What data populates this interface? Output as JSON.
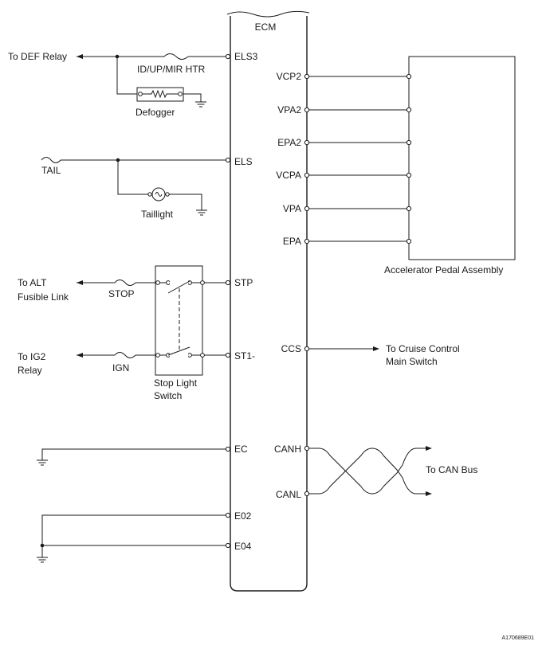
{
  "ecm": {
    "title": "ECM",
    "left_pins": [
      "ELS3",
      "ELS",
      "STP",
      "ST1-",
      "EC",
      "E02",
      "E04"
    ],
    "right_pins": [
      "VCP2",
      "VPA2",
      "EPA2",
      "VCPA",
      "VPA",
      "EPA",
      "CCS",
      "CANH",
      "CANL"
    ]
  },
  "labels": {
    "def_relay": "To DEF Relay",
    "fuse_htr": "ID/UP/MIR HTR",
    "defogger": "Defogger",
    "tail": "TAIL",
    "taillight": "Taillight",
    "alt_line1": "To ALT",
    "alt_line2": "Fusible Link",
    "stop": "STOP",
    "ig2_line1": "To IG2",
    "ig2_line2": "Relay",
    "ign": "IGN",
    "stop_switch_line1": "Stop Light",
    "stop_switch_line2": "Switch",
    "accel_assembly": "Accelerator Pedal Assembly",
    "cruise_line1": "To Cruise Control",
    "cruise_line2": "Main Switch",
    "can_bus": "To CAN Bus",
    "figure_id": "A170689E01"
  }
}
